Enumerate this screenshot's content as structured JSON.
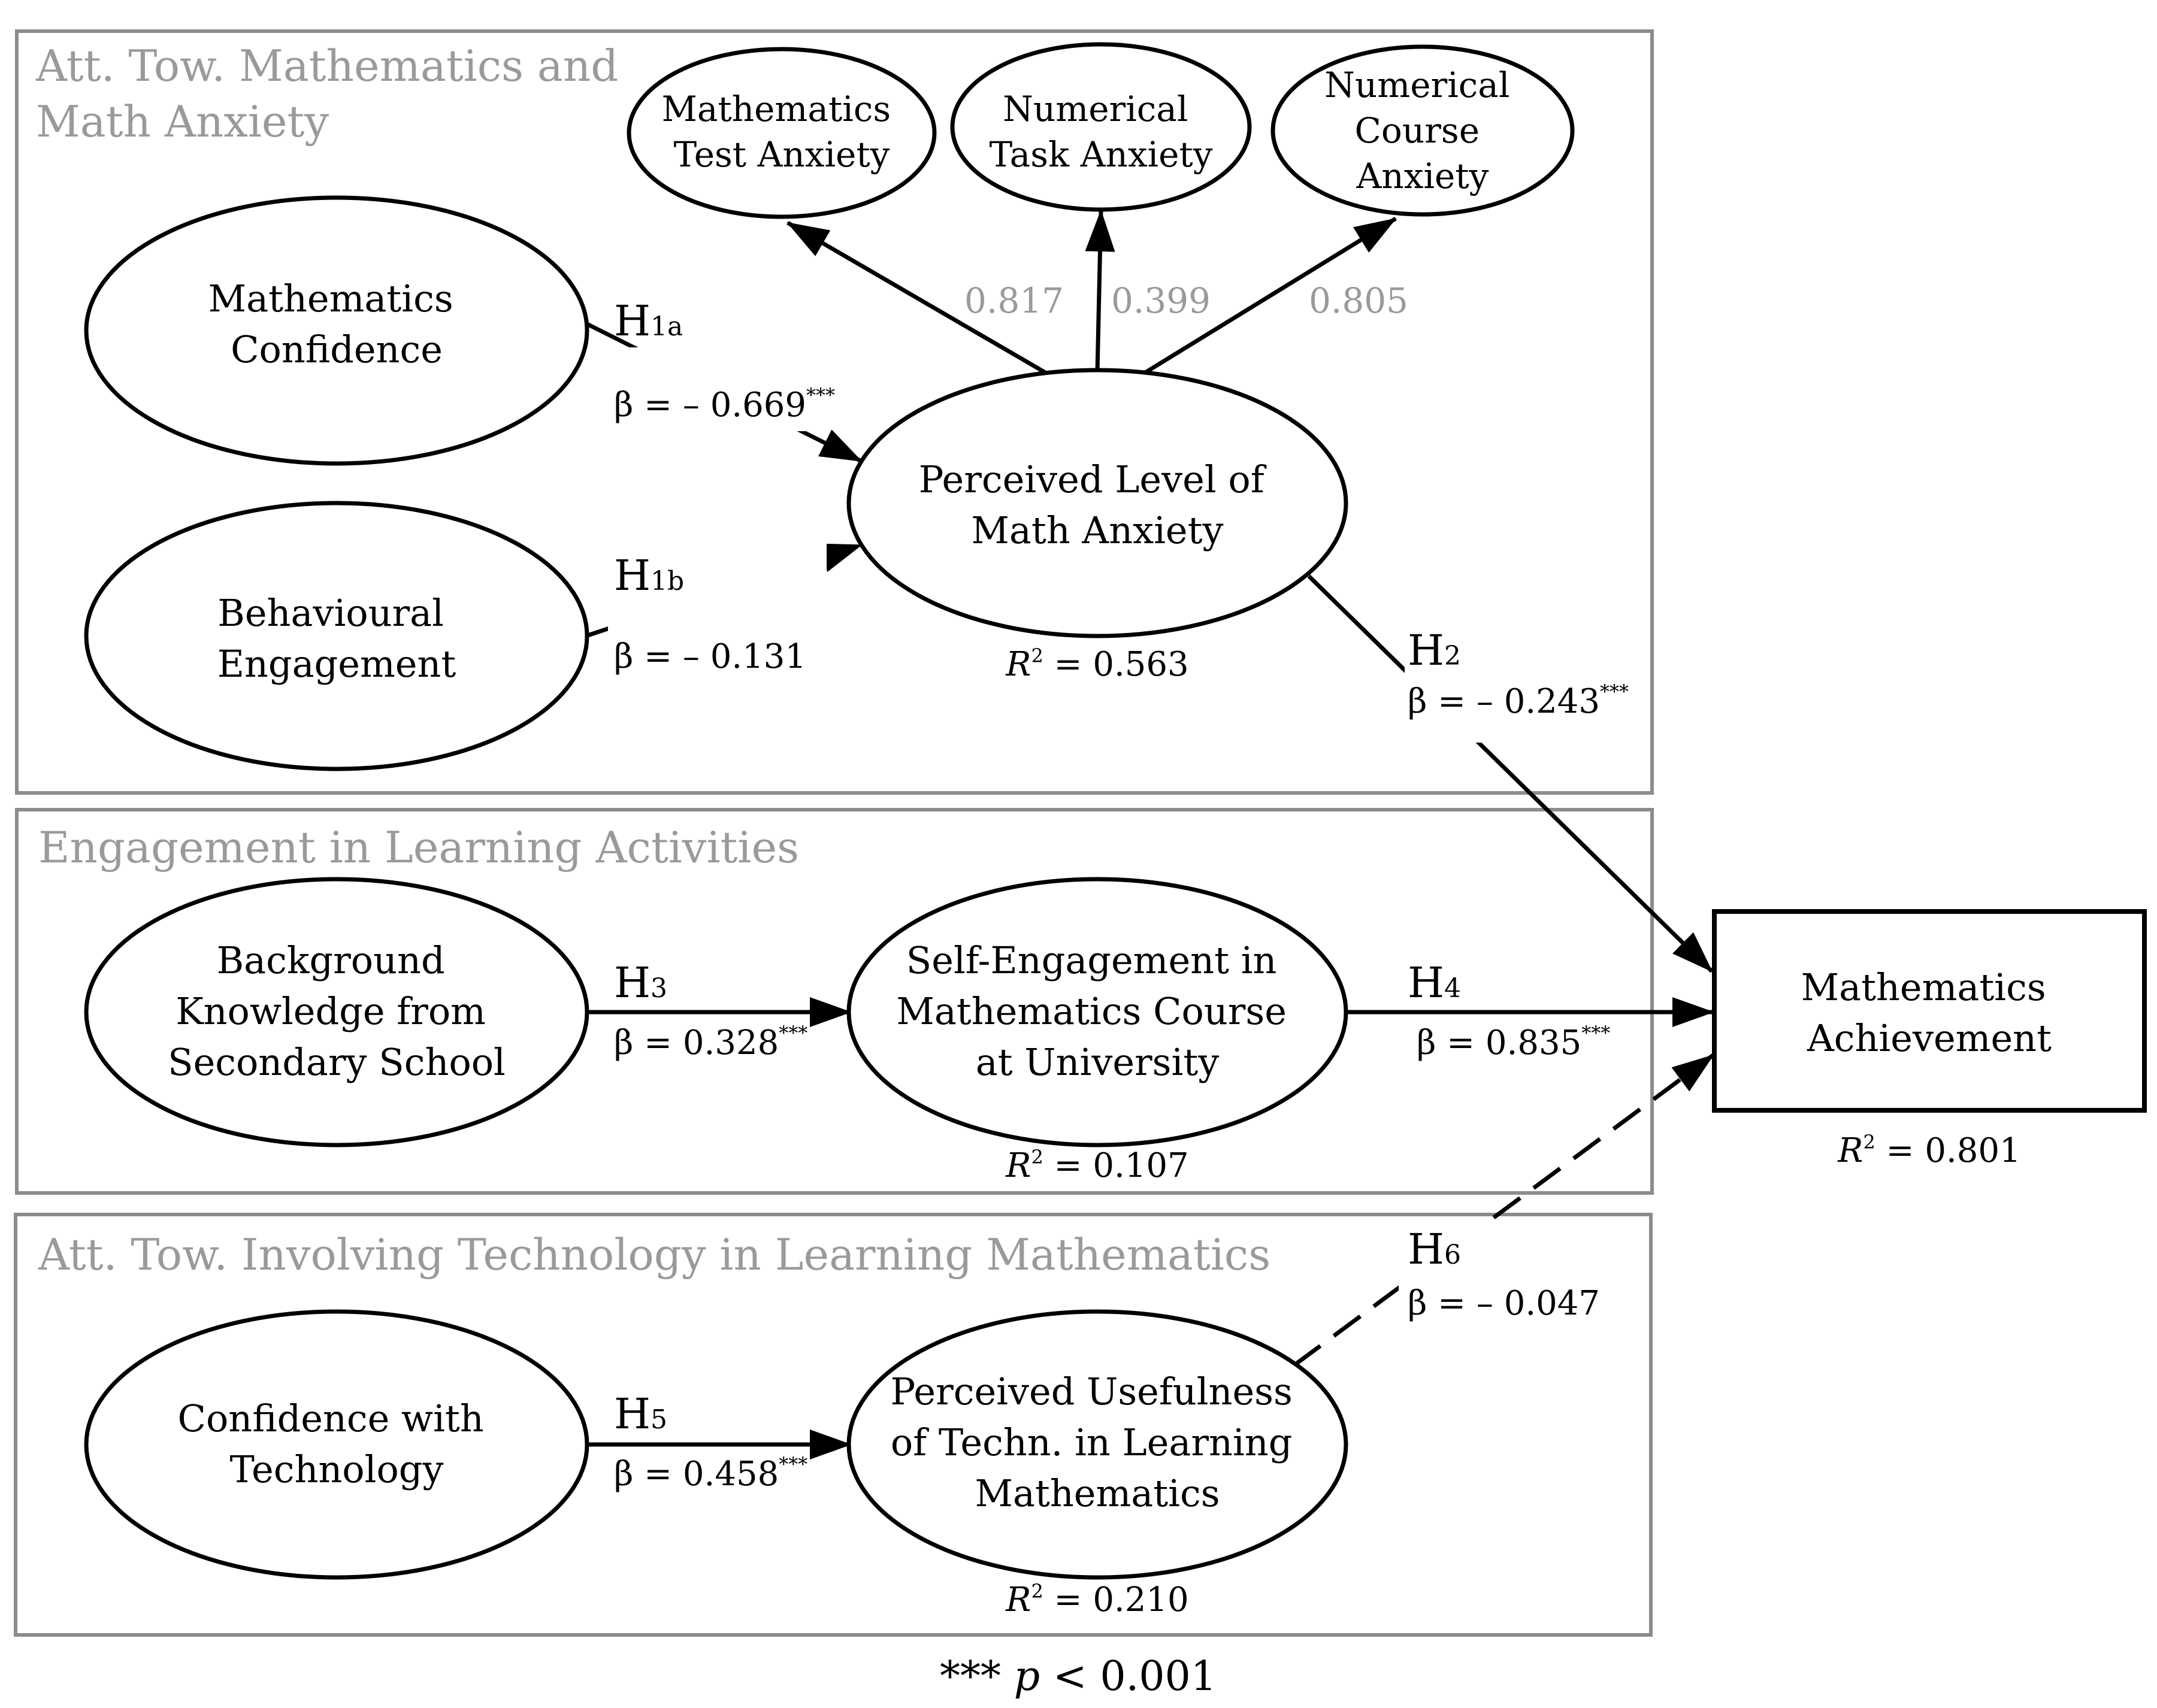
{
  "groups": {
    "anxiety": {
      "title_line1": "Att. Tow. Mathematics and",
      "title_line2": "Math Anxiety"
    },
    "engagement": {
      "title": "Engagement in Learning Activities"
    },
    "technology": {
      "title": "Att. Tow. Involving Technology in Learning Mathematics"
    }
  },
  "nodes": {
    "math_confidence": {
      "line1": "Mathematics",
      "line2": "Confidence"
    },
    "behavioural_engagement": {
      "line1": "Behavioural",
      "line2": "Engagement"
    },
    "perceived_math_anxiety": {
      "line1": "Perceived Level of",
      "line2": "Math Anxiety",
      "r2": "0.563"
    },
    "math_test_anxiety": {
      "line1": "Mathematics",
      "line2": "Test Anxiety"
    },
    "numerical_task_anxiety": {
      "line1": "Numerical",
      "line2": "Task Anxiety"
    },
    "numerical_course_anxiety": {
      "line1": "Numerical",
      "line2": "Course",
      "line3": "Anxiety"
    },
    "background_knowledge": {
      "line1": "Background",
      "line2": "Knowledge from",
      "line3": "Secondary School"
    },
    "self_engagement": {
      "line1": "Self-Engagement in",
      "line2": "Mathematics Course",
      "line3": "at University",
      "r2": "0.107"
    },
    "confidence_technology": {
      "line1": "Confidence with",
      "line2": "Technology"
    },
    "perceived_usefulness": {
      "line1": "Perceived Usefulness",
      "line2": "of Techn. in Learning",
      "line3": "Mathematics",
      "r2": "0.210"
    },
    "math_achievement": {
      "line1": "Mathematics",
      "line2": "Achievement",
      "r2": "0.801"
    }
  },
  "loadings": {
    "test_anxiety": "0.817",
    "task_anxiety": "0.399",
    "course_anxiety": "0.805"
  },
  "paths": {
    "h1a": {
      "letter": "H",
      "sub": "1a",
      "beta_prefix": "β = – 0.669",
      "sig": "***",
      "significant": true
    },
    "h1b": {
      "letter": "H",
      "sub": "1b",
      "beta_prefix": "β = – 0.131",
      "sig": "",
      "significant": false
    },
    "h2": {
      "letter": "H",
      "sub": "2",
      "beta_prefix": "β = – 0.243",
      "sig": "***",
      "significant": true
    },
    "h3": {
      "letter": "H",
      "sub": "3",
      "beta_prefix": "β = 0.328",
      "sig": "***",
      "significant": true
    },
    "h4": {
      "letter": "H",
      "sub": "4",
      "beta_prefix": "β = 0.835",
      "sig": "***",
      "significant": true
    },
    "h5": {
      "letter": "H",
      "sub": "5",
      "beta_prefix": "β = 0.458",
      "sig": "***",
      "significant": true
    },
    "h6": {
      "letter": "H",
      "sub": "6",
      "beta_prefix": "β = – 0.047",
      "sig": "",
      "significant": false
    }
  },
  "r2_label": "R",
  "r2_sup": "2",
  "r2_eq": " = ",
  "footnote": {
    "stars": "***",
    "p": "p",
    "rest": " < 0.001"
  },
  "colors": {
    "ink": "#000000",
    "group_border": "#8c8c8c",
    "muted_text": "#9a9a9a"
  }
}
